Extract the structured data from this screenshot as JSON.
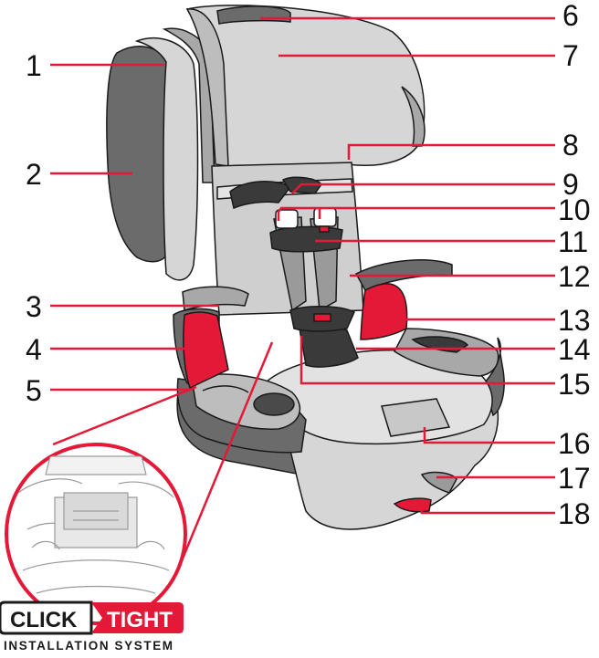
{
  "callouts": [
    {
      "num": "1"
    },
    {
      "num": "2"
    },
    {
      "num": "3"
    },
    {
      "num": "4"
    },
    {
      "num": "5"
    },
    {
      "num": "6"
    },
    {
      "num": "7"
    },
    {
      "num": "8"
    },
    {
      "num": "9"
    },
    {
      "num": "10"
    },
    {
      "num": "11"
    },
    {
      "num": "12"
    },
    {
      "num": "13"
    },
    {
      "num": "14"
    },
    {
      "num": "15"
    },
    {
      "num": "16"
    },
    {
      "num": "17"
    },
    {
      "num": "18"
    }
  ],
  "logo": {
    "word_left": "CLICK",
    "word_right": "TIGHT",
    "subtitle": "INSTALLATION SYSTEM"
  },
  "colors": {
    "accent_red": "#e31937",
    "dark_gray": "#6b6b6b",
    "mid_gray": "#a8a8a8",
    "light_gray": "#d6d6d6",
    "charcoal": "#3a3a3a",
    "outline": "#1a1a1a"
  }
}
